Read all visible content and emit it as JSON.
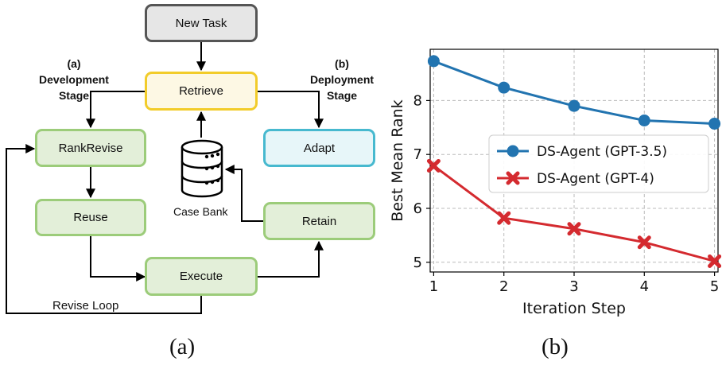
{
  "diagram": {
    "nodes": {
      "new_task": "New Task",
      "retrieve": "Retrieve",
      "rank_revise": "RankRevise",
      "adapt": "Adapt",
      "reuse": "Reuse",
      "retain": "Retain",
      "execute": "Execute"
    },
    "case_bank_label": "Case Bank",
    "revise_loop_label": "Revise Loop",
    "stage_a": {
      "tag": "(a)",
      "line1": "Development",
      "line2": "Stage"
    },
    "stage_b": {
      "tag": "(b)",
      "line1": "Deployment",
      "line2": "Stage"
    }
  },
  "captions": {
    "left": "(a)",
    "right": "(b)"
  },
  "chart_data": {
    "type": "line",
    "x": [
      1,
      2,
      3,
      4,
      5
    ],
    "xticks": [
      "1",
      "2",
      "3",
      "4",
      "5"
    ],
    "yticks": [
      "5",
      "6",
      "7",
      "8"
    ],
    "xlabel": "Iteration Step",
    "ylabel": "Best Mean Rank",
    "xlim": [
      0.95,
      5.05
    ],
    "ylim": [
      4.82,
      8.95
    ],
    "grid": true,
    "legend_position": "center-right",
    "series": [
      {
        "name": "DS-Agent (GPT-3.5)",
        "values": [
          8.73,
          8.24,
          7.9,
          7.63,
          7.57
        ],
        "color": "#2274b0",
        "marker": "circle"
      },
      {
        "name": "DS-Agent (GPT-4)",
        "values": [
          6.79,
          5.82,
          5.62,
          5.37,
          5.02
        ],
        "color": "#d42a2f",
        "marker": "x"
      }
    ]
  }
}
